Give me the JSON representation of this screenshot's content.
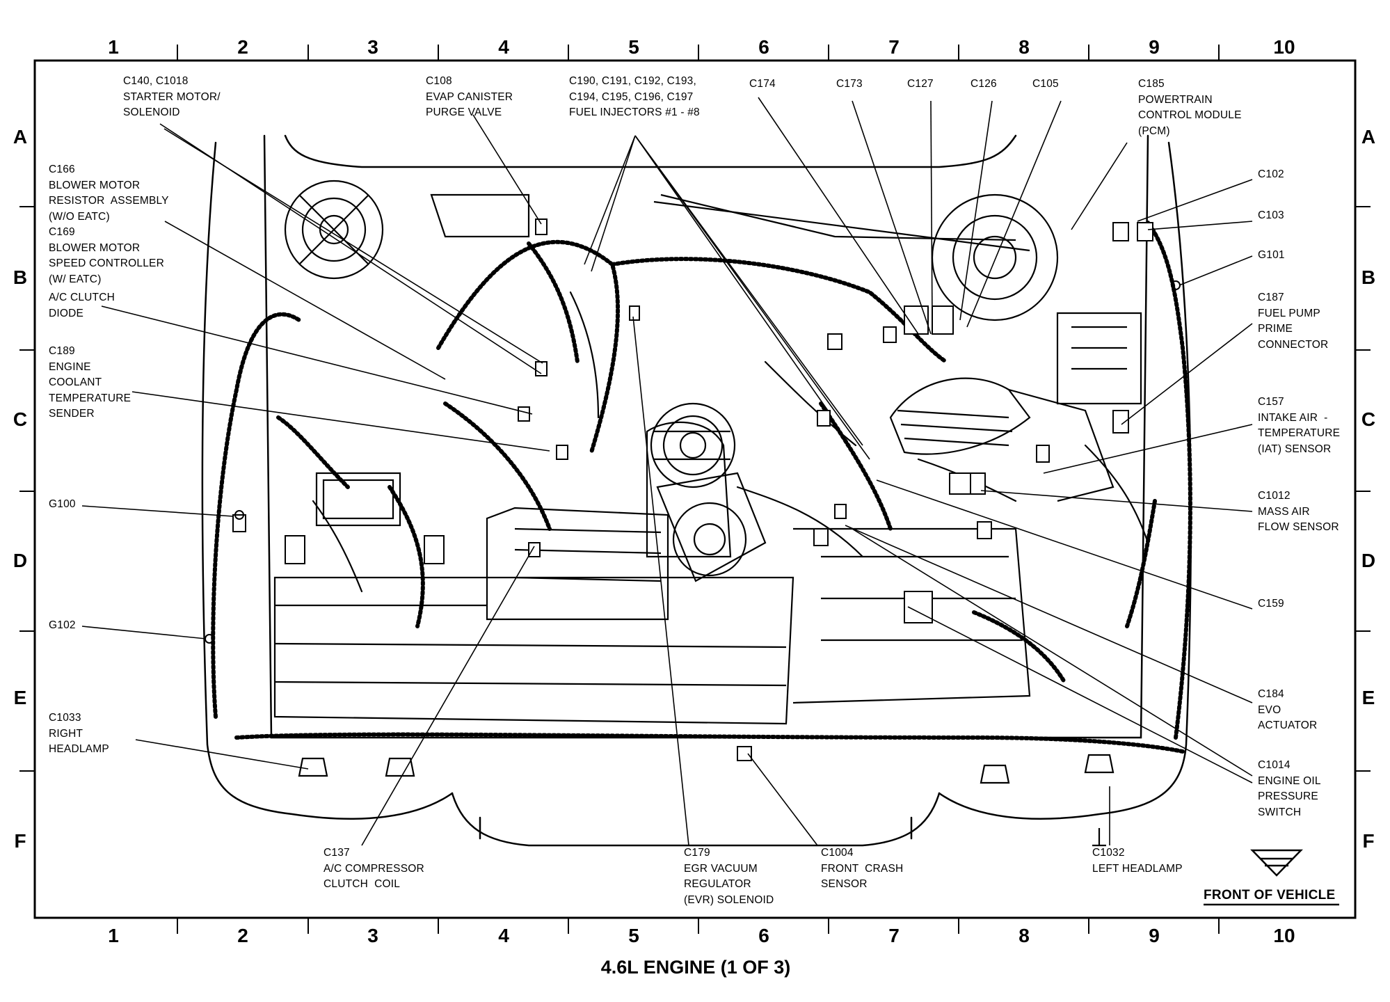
{
  "title": "4.6L ENGINE (1 OF 3)",
  "front_of_vehicle": "FRONT OF VEHICLE",
  "grid": {
    "columns": [
      "1",
      "2",
      "3",
      "4",
      "5",
      "6",
      "7",
      "8",
      "9",
      "10"
    ],
    "rows": [
      "A",
      "B",
      "C",
      "D",
      "E",
      "F"
    ]
  },
  "callouts": {
    "c140": "C140, C1018\nSTARTER MOTOR/\nSOLENOID",
    "c108": "C108\nEVAP CANISTER\nPURGE VALVE",
    "c190": "C190, C191, C192, C193,\nC194, C195, C196, C197\nFUEL INJECTORS #1 - #8",
    "c174": "C174",
    "c173": "C173",
    "c127": "C127",
    "c126": "C126",
    "c105": "C105",
    "c185": "C185\nPOWERTRAIN\nCONTROL MODULE\n(PCM)",
    "c166": "C166\nBLOWER MOTOR\nRESISTOR  ASSEMBLY\n(W/O EATC)\nC169\nBLOWER MOTOR\nSPEED CONTROLLER\n(W/ EATC)",
    "ac_diode": "A/C CLUTCH\nDIODE",
    "c189": "C189\nENGINE\nCOOLANT\nTEMPERATURE\nSENDER",
    "g100": "G100",
    "g102": "G102",
    "c1033": "C1033\nRIGHT\nHEADLAMP",
    "c137": "C137\nA/C COMPRESSOR\nCLUTCH  COIL",
    "c179": "C179\nEGR VACUUM\nREGULATOR\n(EVR) SOLENOID",
    "c1004": "C1004\nFRONT  CRASH\nSENSOR",
    "c1032": "C1032\nLEFT HEADLAMP",
    "c102": "C102",
    "c103": "C103",
    "g101": "G101",
    "c187": "C187\nFUEL PUMP\nPRIME\nCONNECTOR",
    "c157": "C157\nINTAKE AIR  -\nTEMPERATURE\n(IAT) SENSOR",
    "c1012": "C1012\nMASS AIR\nFLOW SENSOR",
    "c159": "C159",
    "c184": "C184\nEVO\nACTUATOR",
    "c1014": "C1014\nENGINE OIL\nPRESSURE\nSWITCH"
  }
}
